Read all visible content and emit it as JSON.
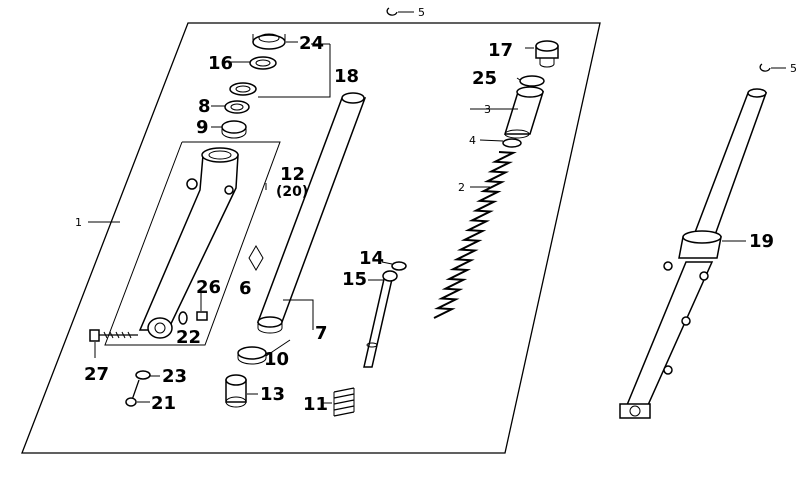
{
  "labels": {
    "p1": "1",
    "p2": "2",
    "p3": "3",
    "p4": "4",
    "p5": "5",
    "p6": "6",
    "p7": "7",
    "p8": "8",
    "p9": "9",
    "p10": "10",
    "p11": "11",
    "p12": "12",
    "p13": "13",
    "p14": "14",
    "p15": "15",
    "p16": "16",
    "p17": "17",
    "p18": "18",
    "p19": "19",
    "p20": "(20)",
    "p21": "21",
    "p22": "22",
    "p23": "23",
    "p24": "24",
    "p25": "25",
    "p26": "26",
    "p27": "27"
  }
}
